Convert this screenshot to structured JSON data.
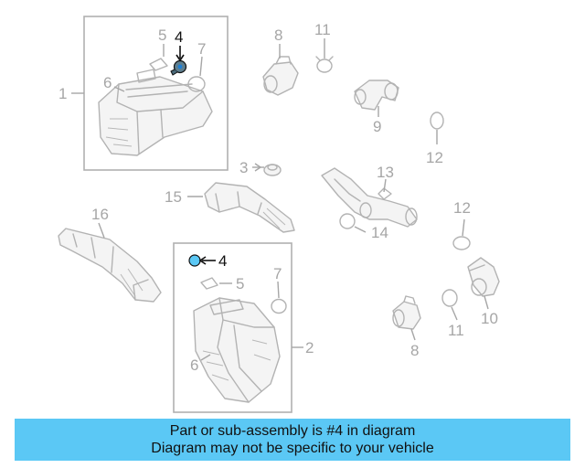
{
  "callouts": {
    "c1": "1",
    "c2": "2",
    "c3": "3",
    "c4a": "4",
    "c4b": "4",
    "c5a": "5",
    "c5b": "5",
    "c6a": "6",
    "c6b": "6",
    "c7a": "7",
    "c7b": "7",
    "c8a": "8",
    "c8b": "8",
    "c9": "9",
    "c10": "10",
    "c11a": "11",
    "c11b": "11",
    "c12a": "12",
    "c12b": "12",
    "c13": "13",
    "c14": "14",
    "c15": "15",
    "c16": "16"
  },
  "highlighted_part": "4",
  "colors": {
    "caption_bg": "#5bc8f5",
    "highlight": "#111111",
    "line_art": "#b3b3b3",
    "part_accent": "#1e7fd6"
  },
  "caption": {
    "line1": "Part or sub-assembly is #4 in diagram",
    "line2": "Diagram may not be specific to your vehicle"
  }
}
